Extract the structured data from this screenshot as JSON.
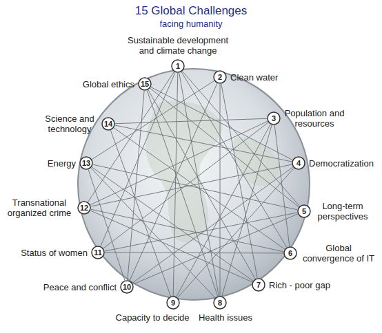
{
  "diagram": {
    "title": "15 Global Challenges",
    "nodes": [
      {
        "text": [
          "1",
          "Sustainable development and climate change"
        ]
      },
      {
        "text": [
          "2",
          "Clean water"
        ]
      },
      {
        "text": [
          "3",
          "Population and resources"
        ]
      },
      {
        "text": [
          "4",
          "Democratization"
        ]
      },
      {
        "text": [
          "5",
          "Long-term perspectives"
        ]
      },
      {
        "text": [
          "6",
          "Global convergence of IT"
        ]
      },
      {
        "text": [
          "7",
          "Rich - poor gap"
        ]
      },
      {
        "text": [
          "8",
          "Health issues"
        ]
      },
      {
        "text": [
          "9",
          "Capacity to decide"
        ]
      },
      {
        "text": [
          "10",
          "Peace and conflict"
        ]
      },
      {
        "text": [
          "11",
          "Status of women"
        ]
      },
      {
        "text": [
          "12",
          "Transnational organized crime"
        ]
      },
      {
        "text": [
          "13",
          "Energy"
        ]
      },
      {
        "text": [
          "14",
          "Science and technology"
        ]
      },
      {
        "text": [
          "15",
          "Global ethics"
        ]
      }
    ],
    "edges": [
      {
        "from": 0,
        "to": 8,
        "arrow": "none"
      },
      {
        "from": 0,
        "to": 5,
        "arrow": "none"
      },
      {
        "from": 0,
        "to": 11,
        "arrow": "none"
      },
      {
        "from": 1,
        "to": 9,
        "arrow": "none"
      },
      {
        "from": 1,
        "to": 12,
        "arrow": "none"
      },
      {
        "from": 2,
        "to": 10,
        "arrow": "none"
      },
      {
        "from": 2,
        "to": 7,
        "arrow": "none"
      },
      {
        "from": 2,
        "to": 13,
        "arrow": "none"
      },
      {
        "from": 3,
        "to": 11,
        "arrow": "none"
      },
      {
        "from": 3,
        "to": 8,
        "arrow": "none"
      },
      {
        "from": 3,
        "to": 14,
        "arrow": "none"
      },
      {
        "from": 4,
        "to": 12,
        "arrow": "none"
      },
      {
        "from": 4,
        "to": 0,
        "arrow": "none"
      },
      {
        "from": 4,
        "to": 9,
        "arrow": "none"
      },
      {
        "from": 5,
        "to": 13,
        "arrow": "none"
      },
      {
        "from": 5,
        "to": 10,
        "arrow": "none"
      },
      {
        "from": 6,
        "to": 14,
        "arrow": "none"
      },
      {
        "from": 6,
        "to": 11,
        "arrow": "none"
      },
      {
        "from": 6,
        "to": 1,
        "arrow": "none"
      },
      {
        "from": 7,
        "to": 12,
        "arrow": "none"
      },
      {
        "from": 7,
        "to": 0,
        "arrow": "none"
      },
      {
        "from": 8,
        "to": 13,
        "arrow": "none"
      },
      {
        "from": 8,
        "to": 2,
        "arrow": "none"
      },
      {
        "from": 9,
        "to": 3,
        "arrow": "none"
      },
      {
        "from": 9,
        "to": 14,
        "arrow": "none"
      },
      {
        "from": 10,
        "to": 4,
        "arrow": "none"
      },
      {
        "from": 10,
        "to": 0,
        "arrow": "none"
      },
      {
        "from": 11,
        "to": 5,
        "arrow": "none"
      },
      {
        "from": 12,
        "to": 6,
        "arrow": "none"
      },
      {
        "from": 13,
        "to": 3,
        "arrow": "none"
      },
      {
        "from": 14,
        "to": 7,
        "arrow": "none"
      },
      {
        "from": 14,
        "to": 4,
        "arrow": "none"
      },
      {
        "from": 1,
        "to": 7,
        "arrow": "none"
      },
      {
        "from": 5,
        "to": 2,
        "arrow": "none"
      },
      {
        "from": 11,
        "to": 2,
        "arrow": "none"
      },
      {
        "from": 12,
        "to": 9,
        "arrow": "none"
      }
    ],
    "labels": [
      "facing humanity"
    ]
  }
}
